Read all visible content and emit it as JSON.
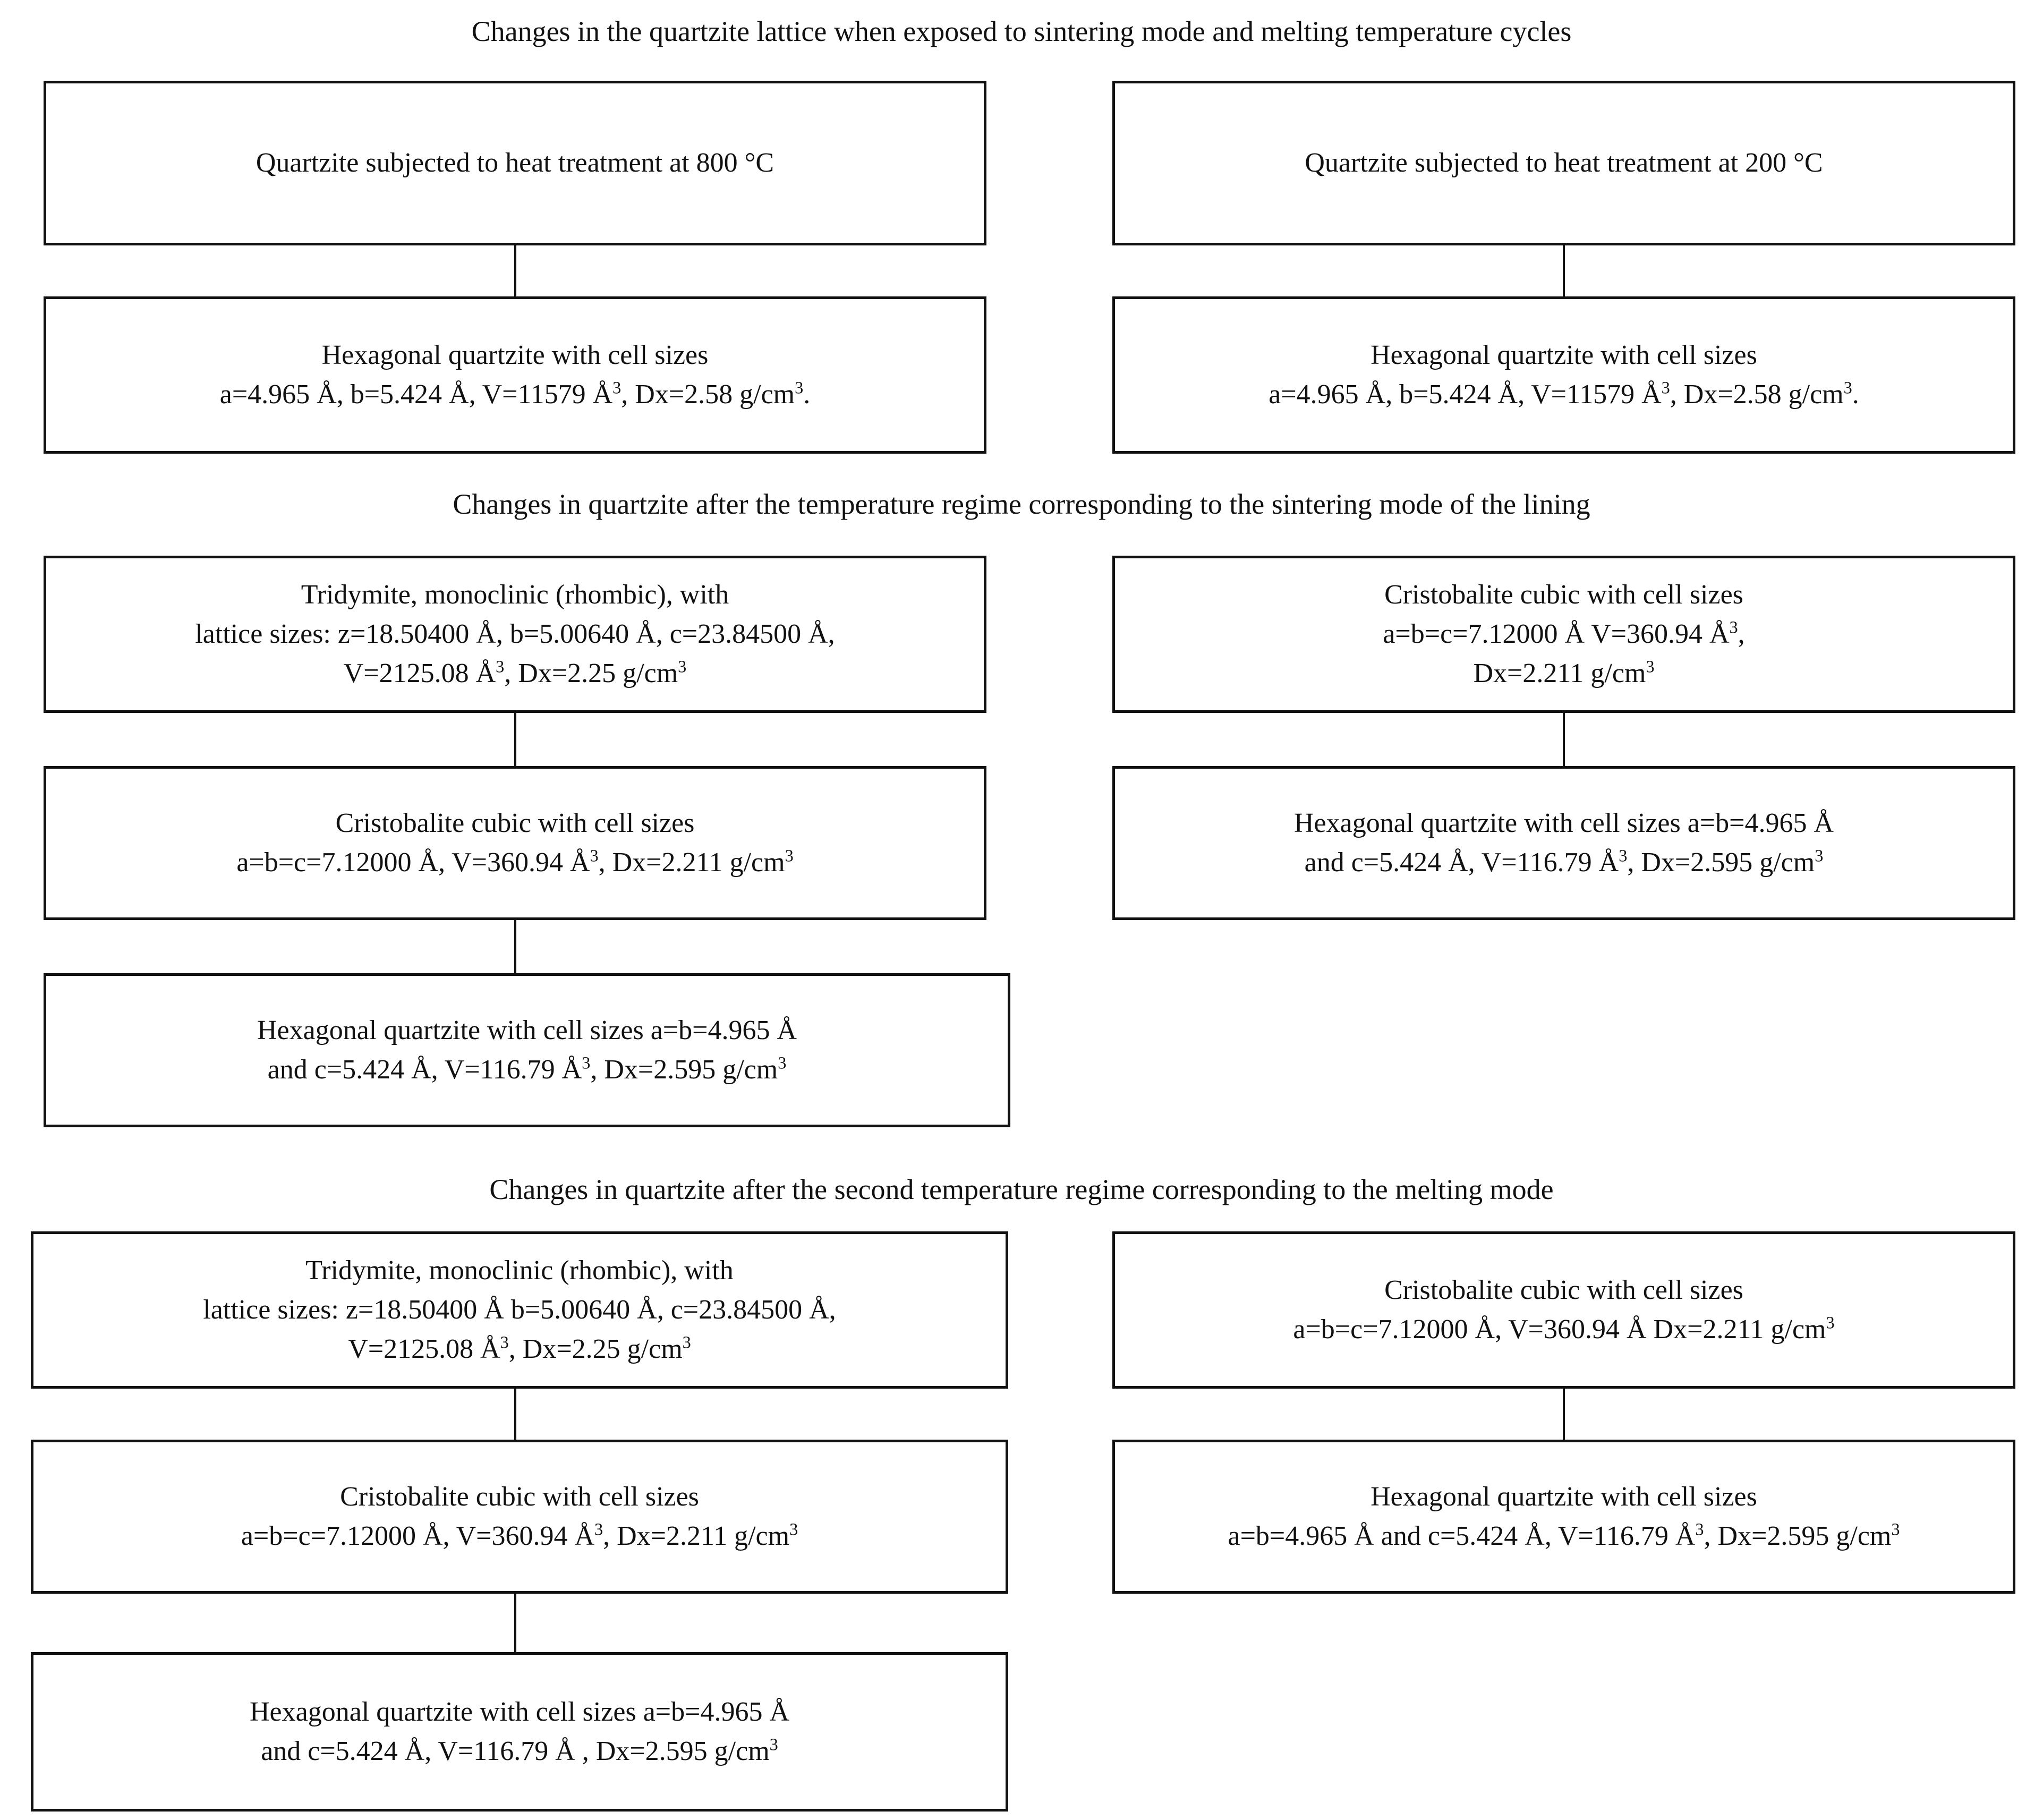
{
  "figure": {
    "main_title": "Changes in the quartzite lattice when exposed to sintering mode and melting temperature cycles",
    "section_titles": {
      "sintering": "Changes in quartzite after the temperature regime corresponding to the sintering mode of the lining",
      "melting": "Changes in quartzite after the second temperature regime corresponding to the melting mode"
    }
  },
  "nodes": {
    "heat800": {
      "line1": "Quartzite subjected to heat treatment at 800 °C"
    },
    "heat200": {
      "line1": "Quartzite subjected to heat treatment at 200 °C"
    },
    "hex_initial_left": {
      "line1": "Hexagonal quartzite with cell sizes",
      "line2_a": "a=4.965 Å, b=5.424 Å, V=11579 Å",
      "line2_sup1": "3",
      "line2_b": ", Dx=2.58 g/cm",
      "line2_sup2": "3",
      "line2_c": "."
    },
    "hex_initial_right": {
      "line1": "Hexagonal quartzite with cell sizes",
      "line2_a": "a=4.965 Å, b=5.424 Å, V=11579  Å",
      "line2_sup1": "3",
      "line2_b": ", Dx=2.58 g/cm",
      "line2_sup2": "3",
      "line2_c": "."
    },
    "tridymite_sinter": {
      "line1": "Tridymite, monoclinic (rhombic), with",
      "line2": "lattice sizes: z=18.50400 Å, b=5.00640 Å, c=23.84500 Å,",
      "line3_a": "V=2125.08  Å",
      "line3_sup1": "3",
      "line3_b": ", Dx=2.25 g/cm",
      "line3_sup2": "3"
    },
    "cristobalite_sinter_right": {
      "line1": "Cristobalite cubic with cell sizes",
      "line2_a": "a=b=c=7.12000 Å  V=360.94 Å",
      "line2_sup1": "3",
      "line2_b": ",",
      "line3_a": "Dx=2.211 g/cm",
      "line3_sup1": "3"
    },
    "cristobalite_sinter_left": {
      "line1": "Cristobalite cubic with cell sizes",
      "line2_a": "a=b=c=7.12000 Å, V=360.94 Å",
      "line2_sup1": "3",
      "line2_b": ", Dx=2.211 g/cm",
      "line2_sup2": "3"
    },
    "hex_sinter_right": {
      "line1": "Hexagonal quartzite with cell sizes a=b=4.965 Å",
      "line2_a": "and  c=5.424 Å, V=116.79 Å",
      "line2_sup1": "3",
      "line2_b": ", Dx=2.595 g/cm",
      "line2_sup2": "3"
    },
    "hex_sinter_left": {
      "line1": "Hexagonal quartzite with cell sizes a=b=4.965 Å",
      "line2_a": "and  c=5.424 Å, V=116.79 Å",
      "line2_sup1": "3",
      "line2_b": ", Dx=2.595 g/cm",
      "line2_sup2": "3"
    },
    "tridymite_melt": {
      "line1": "Tridymite, monoclinic (rhombic), with",
      "line2": "lattice sizes: z=18.50400 Å  b=5.00640 Å, c=23.84500 Å,",
      "line3_a": "V=2125.08  Å",
      "line3_sup1": "3",
      "line3_b": ", Dx=2.25 g/cm",
      "line3_sup2": "3"
    },
    "cristobalite_melt_right": {
      "line1": "Cristobalite cubic with cell sizes",
      "line2_a": "a=b=c=7.12000 Å, V=360.94 Å   Dx=2.211 g/cm",
      "line2_sup1": "3"
    },
    "cristobalite_melt_left": {
      "line1": "Cristobalite cubic with cell sizes",
      "line2_a": "a=b=c=7.12000 Å, V=360.94 Å",
      "line2_sup1": "3",
      "line2_b": ", Dx=2.211 g/cm",
      "line2_sup2": "3"
    },
    "hex_melt_right": {
      "line1": "Hexagonal quartzite with cell sizes",
      "line2_a": "a=b=4.965 Å and c=5.424 Å, V=116.79 Å",
      "line2_sup1": "3",
      "line2_b": ", Dx=2.595 g/cm",
      "line2_sup2": "3"
    },
    "hex_melt_left": {
      "line1": "Hexagonal quartzite with cell sizes a=b=4.965 Å",
      "line2_a": "and  c=5.424 Å, V=116.79 Å , Dx=2.595 g/cm",
      "line2_sup1": "3"
    }
  },
  "colors": {
    "box_border": "#111111",
    "text": "#111111",
    "background": "#ffffff"
  }
}
